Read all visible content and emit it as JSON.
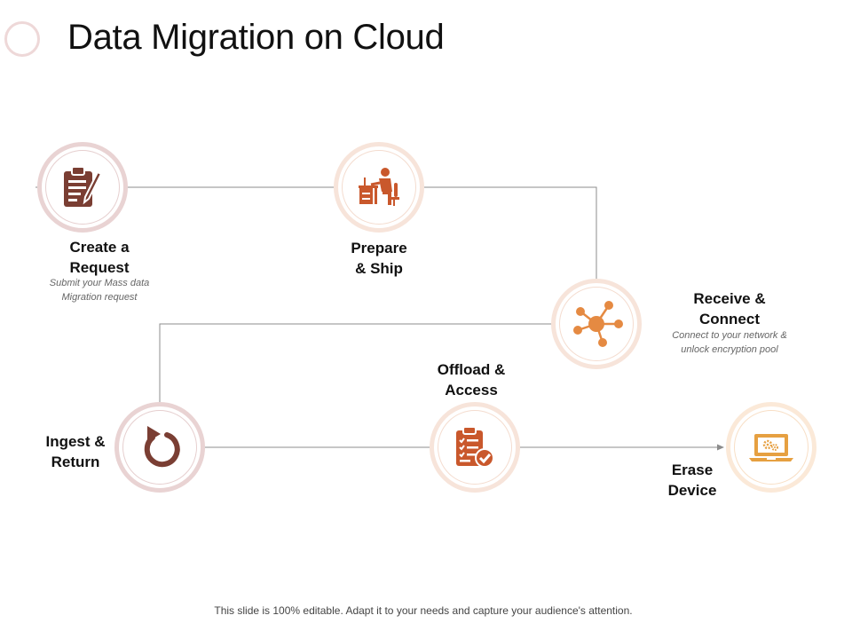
{
  "title": "Data Migration on Cloud",
  "footer": "This slide is 100% editable. Adapt it to your needs and capture your audience's attention.",
  "colors": {
    "brown": "#7a3e33",
    "rust": "#c9582c",
    "orange": "#e58a42",
    "gold": "#e6a041",
    "connector": "#8c8c8c"
  },
  "steps": [
    {
      "id": "create",
      "label": [
        "Create a",
        "Request"
      ],
      "description": [
        "Submit your Mass data",
        "Migration request"
      ],
      "icon": "clipboard-pen-icon"
    },
    {
      "id": "prepare",
      "label": [
        "Prepare",
        "& Ship"
      ],
      "description": [],
      "icon": "person-at-desk-icon"
    },
    {
      "id": "receive",
      "label": [
        "Receive &",
        "Connect"
      ],
      "description": [
        "Connect to your network &",
        "unlock encryption pool"
      ],
      "icon": "network-hub-icon"
    },
    {
      "id": "offload",
      "label": [
        "Offload &",
        "Access"
      ],
      "description": [],
      "icon": "checklist-icon"
    },
    {
      "id": "ingest",
      "label": [
        "Ingest &",
        "Return"
      ],
      "description": [],
      "icon": "refresh-arrow-icon"
    },
    {
      "id": "erase",
      "label": [
        "Erase",
        "Device"
      ],
      "description": [],
      "icon": "laptop-gears-icon"
    }
  ]
}
